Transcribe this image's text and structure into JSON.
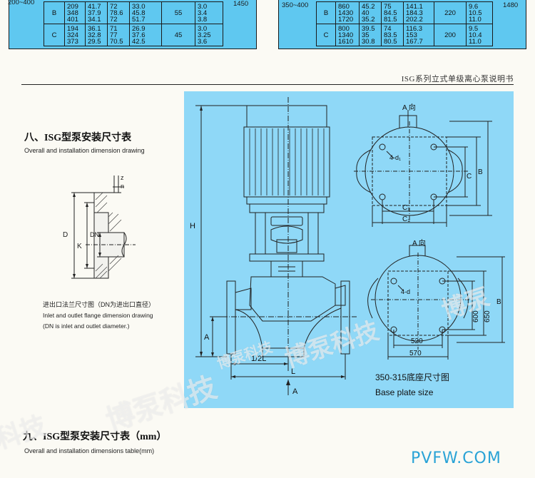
{
  "top_left_table": {
    "range_label": "200~400",
    "speed": "1450",
    "groups": [
      {
        "label": "B",
        "col1": [
          "209",
          "348",
          "401"
        ],
        "col2": [
          "41.7",
          "37.9",
          "34.1"
        ],
        "col3": [
          "72",
          "78.6",
          "72"
        ],
        "col4": [
          "33.0",
          "45.8",
          "51.7"
        ],
        "col5": "55",
        "col6": [
          "3.0",
          "3.4",
          "3.8"
        ]
      },
      {
        "label": "C",
        "col1": [
          "194",
          "324",
          "373"
        ],
        "col2": [
          "36.1",
          "32.8",
          "29.5"
        ],
        "col3": [
          "71",
          "77",
          "70.5"
        ],
        "col4": [
          "26.9",
          "37.6",
          "42.5"
        ],
        "col5": "45",
        "col6": [
          "3.0",
          "3.25",
          "3.6"
        ]
      }
    ]
  },
  "top_right_table": {
    "range_label": "350~400",
    "speed": "1480",
    "groups": [
      {
        "label": "B",
        "col1": [
          "860",
          "1430",
          "1720"
        ],
        "col2": [
          "45.2",
          "40",
          "35.2"
        ],
        "col3": [
          "75",
          "84.5",
          "81.5"
        ],
        "col4": [
          "141.1",
          "184.3",
          "202.2"
        ],
        "col5": "220",
        "col6": [
          "9.6",
          "10.5",
          "11.0"
        ]
      },
      {
        "label": "C",
        "col1": [
          "800",
          "1340",
          "1610"
        ],
        "col2": [
          "39.5",
          "35",
          "30.8"
        ],
        "col3": [
          "74",
          "83.5",
          "80.5"
        ],
        "col4": [
          "116.3",
          "153",
          "167.7"
        ],
        "col5": "200",
        "col6": [
          "9.5",
          "10.4",
          "11.0"
        ]
      }
    ]
  },
  "header": {
    "title": "ISG系列立式单级离心泵说明书"
  },
  "section8": {
    "title_cn": "八、ISG型泵安装尺寸表",
    "title_en": "Overall and installation dimension drawing"
  },
  "flange_note": {
    "cn": "进出口法兰尺寸图（DN为进出口直径）",
    "en1": "Inlet and outlet flange dimension drawing",
    "en2": "(DN is inlet and outlet diameter.)"
  },
  "flange_labels": {
    "z": "z",
    "n": "n",
    "d": "D",
    "k": "K",
    "dn": "DN"
  },
  "drawing_labels": {
    "h": "H",
    "a": "A",
    "half_l": "1/2L",
    "l": "L",
    "arrow_a": "A",
    "view_a_top": "A 向",
    "view_a_bottom": "A 向",
    "holes_top": "4-d₁",
    "holes_bottom": "4-d",
    "c1": "C₁",
    "c2": "C₂",
    "c": "C",
    "b_top": "B",
    "dim_600": "600",
    "dim_650": "650",
    "b_bottom": "B",
    "dim_520": "520",
    "dim_570": "570"
  },
  "base_plate": {
    "cn": "350-315底座尺寸图",
    "en": "Base plate size"
  },
  "section9": {
    "title_cn": "九、ISG型泵安装尺寸表（mm）",
    "title_en": "Overall and installation dimensions table(mm)"
  },
  "watermarks": [
    "博泵科技",
    "博泵科技",
    "博泵科技",
    "博泵",
    "科技"
  ],
  "brand": "PVFW.COM",
  "colors": {
    "panel": "#8fd8f7",
    "table": "#5fc8f0",
    "brand": "#2aa3d6"
  }
}
